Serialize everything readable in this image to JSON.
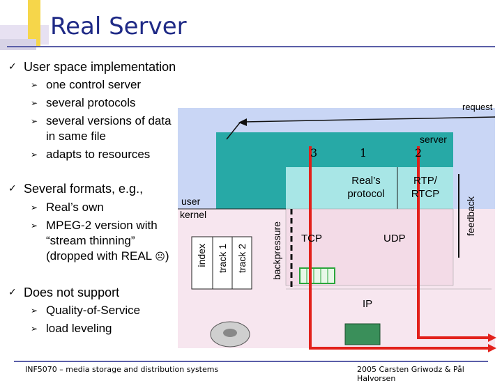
{
  "slide": {
    "title": "Real Server",
    "bullets": [
      {
        "text": "User space implementation",
        "subs": [
          "one control server",
          "several protocols",
          "several versions of data",
          "in same file",
          "adapts to resources"
        ]
      },
      {
        "text": "Several formats, e.g.,",
        "subs": [
          "Real’s own",
          "MPEG-2 version with",
          "“stream thinning”",
          "(dropped with REAL",
          ")"
        ]
      },
      {
        "text": "Does not support",
        "subs": [
          "Quality-of-Service",
          "load leveling"
        ]
      }
    ],
    "footer_left": "INF5070 – media storage and distribution systems",
    "footer_right": "2005 Carsten Griwodz & Pål Halvorsen"
  },
  "diagram": {
    "request": "request",
    "server": "server",
    "num3": "3",
    "num1": "1",
    "num2": "2",
    "real_protocol_1": "Real’s",
    "real_protocol_2": "protocol",
    "rtp_1": "RTP/",
    "rtp_2": "RTCP",
    "user": "user",
    "kernel": "kernel",
    "index": "index",
    "track1": "track 1",
    "track2": "track 2",
    "backpressure": "backpressure",
    "feedback": "feedback",
    "tcp": "TCP",
    "udp": "UDP",
    "ip": "IP"
  },
  "colors": {
    "title": "#1f2a86",
    "user_space": "#c9d6f5",
    "server_box": "#27a9a6",
    "kernel": "#f7e6ef",
    "red": "#e2211b",
    "green": "#2aa63b"
  }
}
